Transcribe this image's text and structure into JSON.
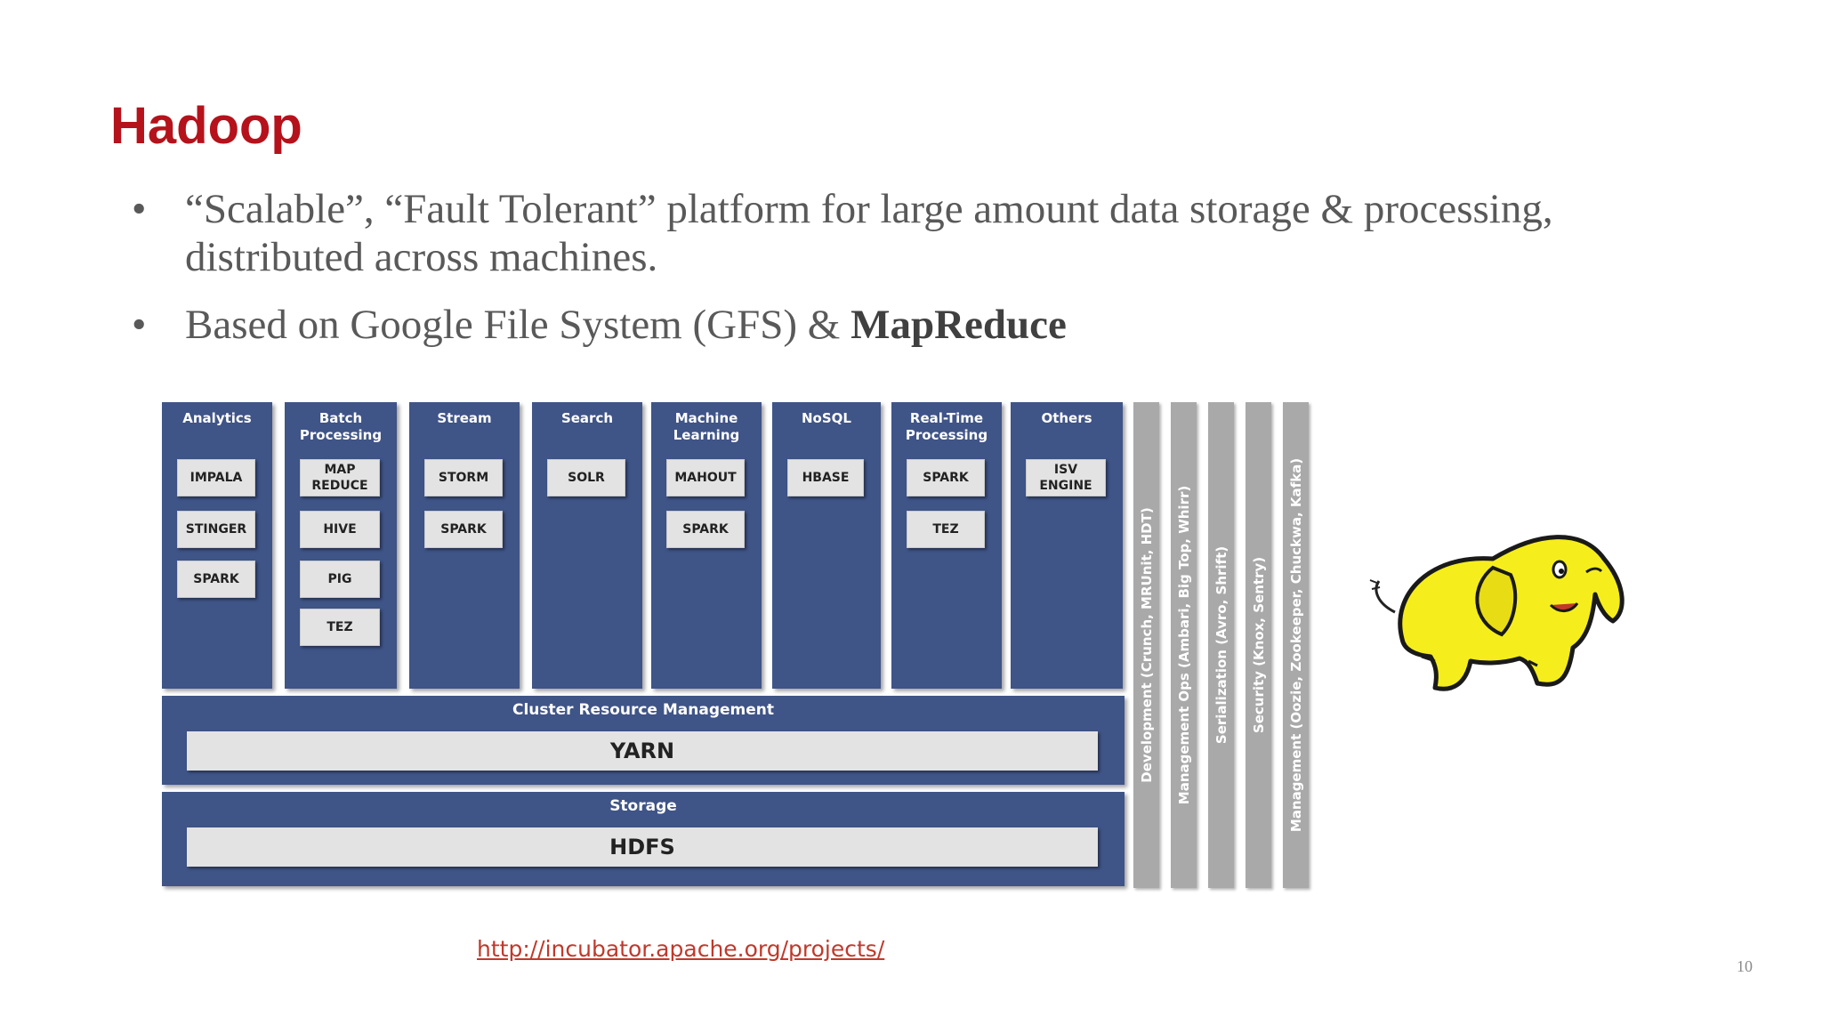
{
  "slide": {
    "title": "Hadoop",
    "bullets": [
      {
        "text": "“Scalable”, “Fault Tolerant” platform for large amount data storage & processing, distributed across machines."
      },
      {
        "prefix": "Based on Google File System (GFS) & ",
        "bold": "MapReduce"
      }
    ],
    "bullet_glyph": "•",
    "link": "http://incubator.apache.org/projects/",
    "page_number": "10",
    "image_icon": "hadoop-elephant-logo"
  },
  "diagram": {
    "columns": [
      {
        "header": "Analytics",
        "items": [
          "IMPALA",
          "STINGER",
          "SPARK"
        ]
      },
      {
        "header": "Batch\nProcessing",
        "items": [
          "MAP\nREDUCE",
          "HIVE",
          "PIG",
          "TEZ"
        ]
      },
      {
        "header": "Stream",
        "items": [
          "STORM",
          "SPARK"
        ]
      },
      {
        "header": "Search",
        "items": [
          "SOLR"
        ]
      },
      {
        "header": "Machine\nLearning",
        "items": [
          "MAHOUT",
          "SPARK"
        ]
      },
      {
        "header": "NoSQL",
        "items": [
          "HBASE"
        ]
      },
      {
        "header": "Real-Time\nProcessing",
        "items": [
          "SPARK",
          "TEZ"
        ]
      },
      {
        "header": "Others",
        "items": [
          "ISV\nENGINE"
        ]
      }
    ],
    "bands": [
      {
        "header": "Cluster Resource Management",
        "label": "YARN"
      },
      {
        "header": "Storage",
        "label": "HDFS"
      }
    ],
    "side_bars": [
      "Development (Crunch, MRUnit, HDT)",
      "Management Ops (Ambari, Big Top, Whirr)",
      "Serialization (Avro, Shrift)",
      "Security (Knox, Sentry)",
      "Management (Oozie, Zookeeper, Chuckwa, Kafka)"
    ],
    "colors": {
      "block": "#3f5487",
      "box": "#e3e3e3",
      "side_bar": "#a9a9a9"
    }
  }
}
